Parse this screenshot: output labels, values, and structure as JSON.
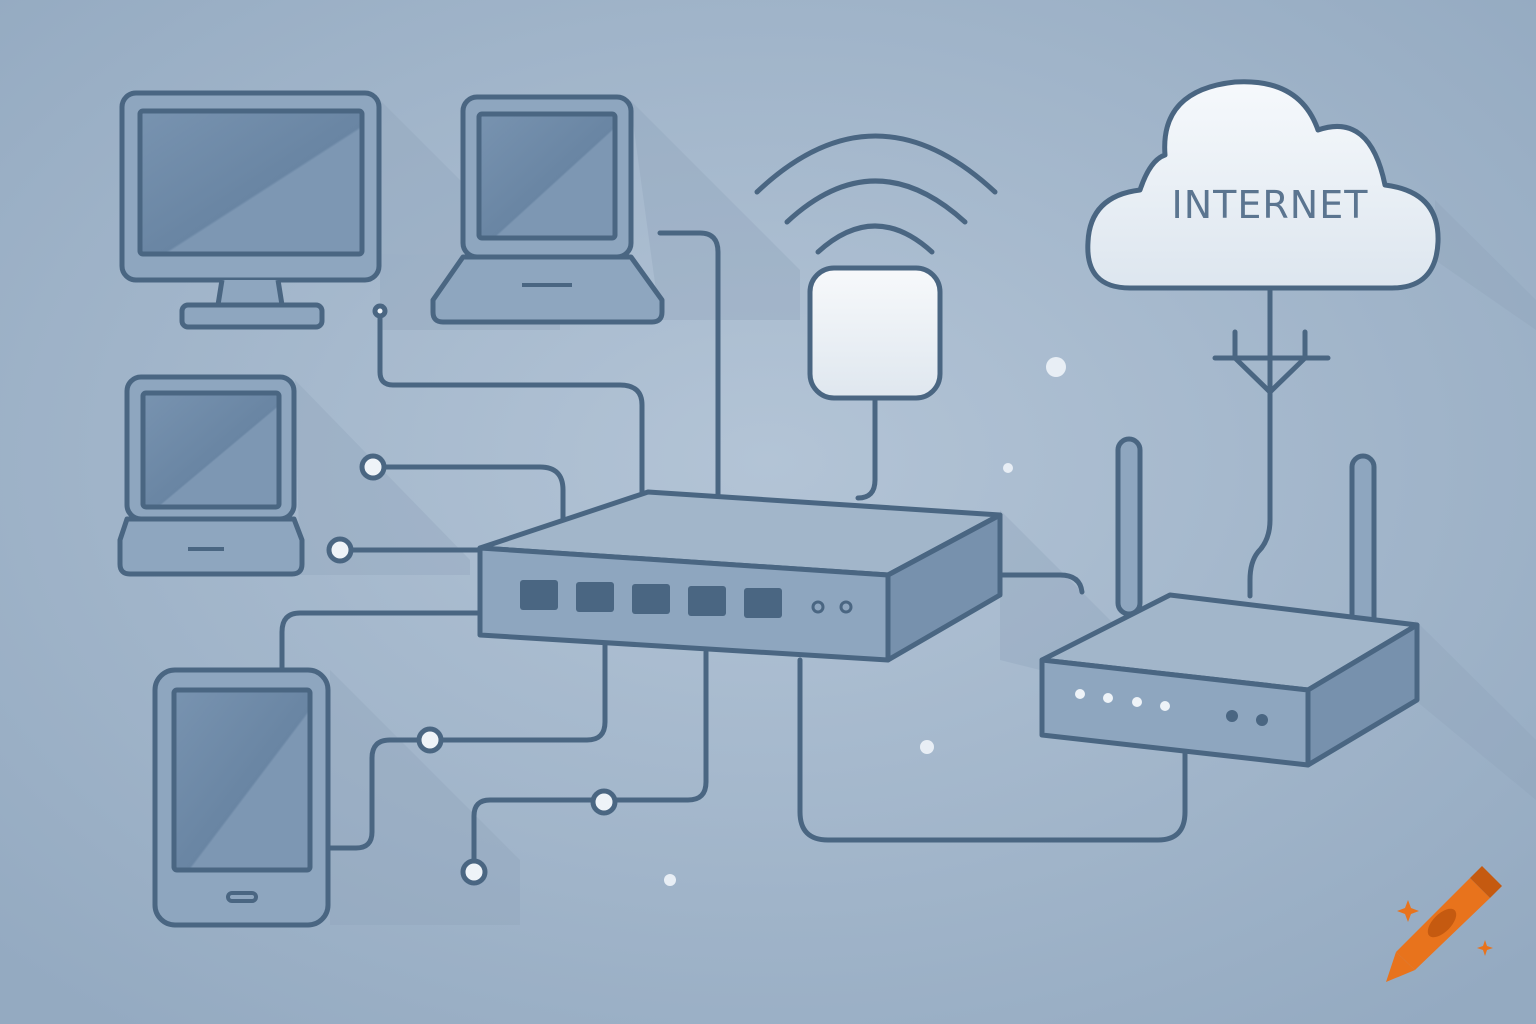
{
  "diagram": {
    "cloud_label": "INTERNET",
    "nodes": [
      "desktop-monitor",
      "laptop",
      "small-laptop",
      "tablet",
      "wireless-access-point",
      "network-switch",
      "wifi-router",
      "internet-cloud",
      "utility-pole"
    ],
    "switch_port_count": 5,
    "router_led_count": 4,
    "router_antenna_count": 2
  },
  "colors": {
    "background": "#9fb3c8",
    "stroke": "#4a6682",
    "device_fill": "#8ea6bf",
    "screen_fill": "#6f8ba8",
    "cloud_fill": "#eef3f8",
    "accent_logo": "#e8731c"
  },
  "icons": [
    "crayon-logo-icon",
    "wifi-signal-icon"
  ]
}
